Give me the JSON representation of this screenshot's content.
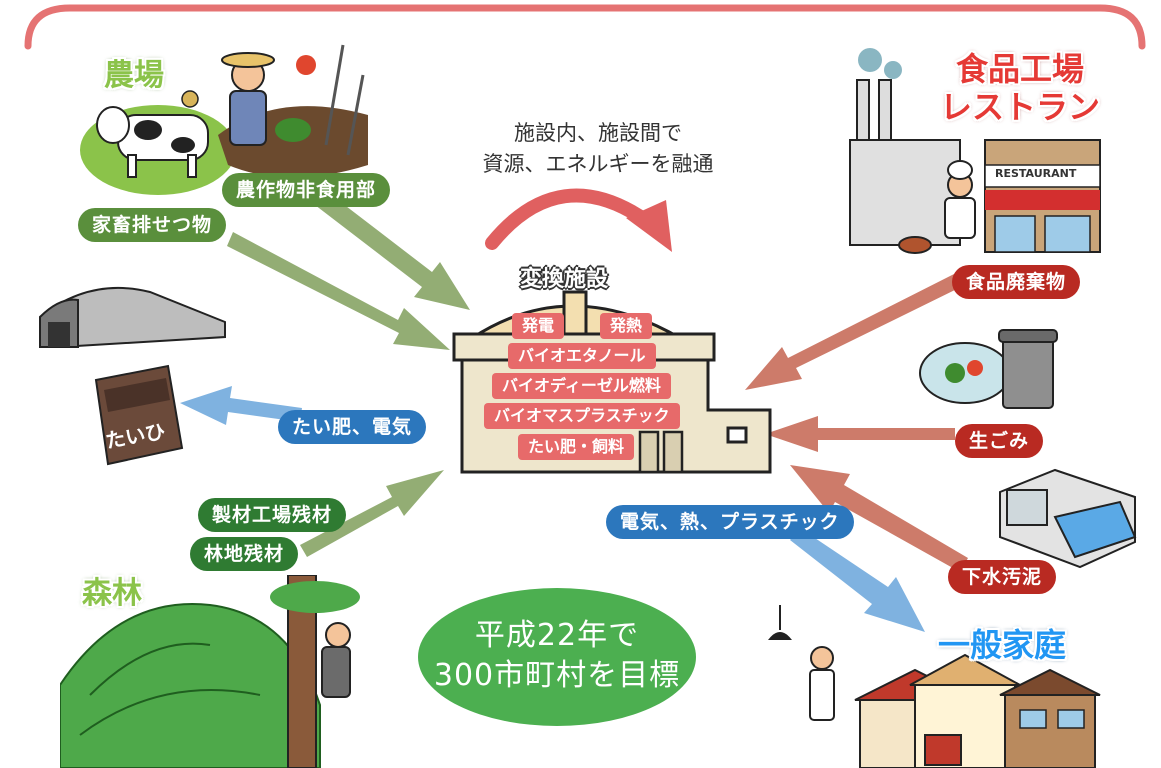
{
  "colors": {
    "bracket": "#e57373",
    "green_arrow": "#93ad74",
    "red_arrow": "#cd7b6a",
    "blue_arrow": "#7fb2e0",
    "goal_green": "#4caf50"
  },
  "center": {
    "title": "変換施設",
    "products": [
      "発電",
      "発熱",
      "バイオエタノール",
      "バイオディーゼル燃料",
      "バイオマスプラスチック",
      "たい肥・飼料"
    ]
  },
  "caption": {
    "line1": "施設内、施設間で",
    "line2": "資源、エネルギーを融通"
  },
  "farm": {
    "title": "農場",
    "labels": [
      "農作物非食用部",
      "家畜排せつ物"
    ]
  },
  "food": {
    "title_line1": "食品工場",
    "title_line2": "レストラン",
    "label": "食品廃棄物",
    "sign": "RESTAURANT"
  },
  "compost": {
    "label": "たい肥、電気",
    "bag_text": "たいひ"
  },
  "forest": {
    "title": "森林",
    "labels": [
      "製材工場残材",
      "林地残材"
    ]
  },
  "home": {
    "title": "一般家庭",
    "label": "電気、熱、プラスチック"
  },
  "waste": {
    "garbage": "生ごみ",
    "sludge": "下水汚泥"
  },
  "goal": {
    "line1": "平成22年で",
    "line2": "300市町村を目標"
  }
}
